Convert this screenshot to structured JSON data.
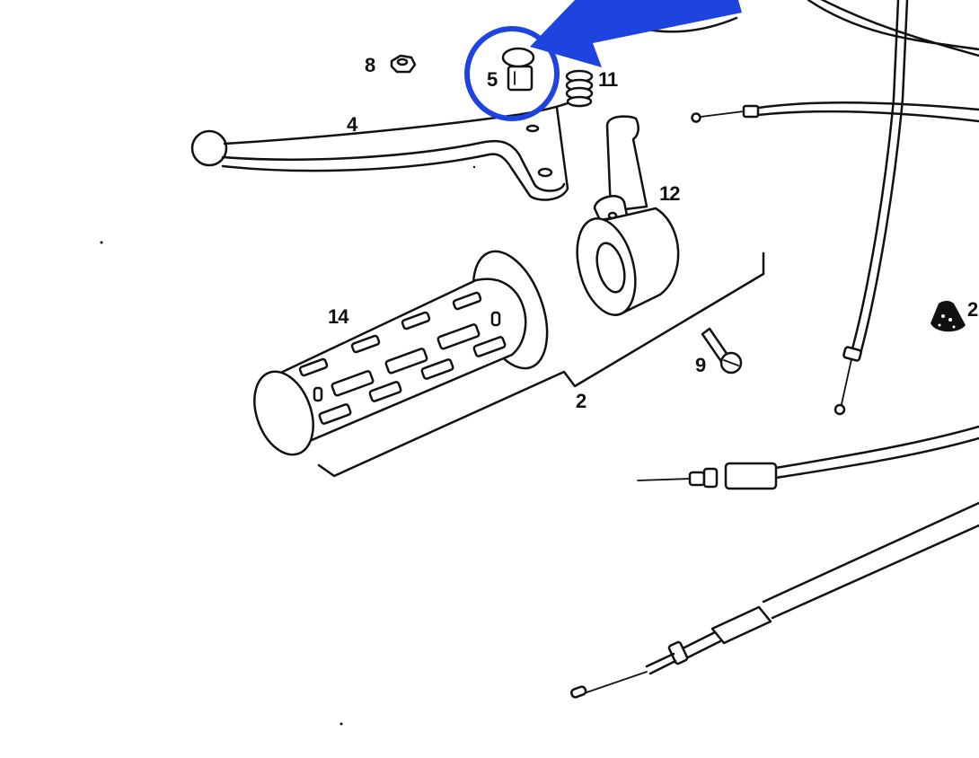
{
  "diagram": {
    "type": "exploded-parts-diagram",
    "subject": "handlebar lever, throttle grip and cables",
    "parts": [
      {
        "id": "2",
        "label": "2",
        "name": "grip assembly (bracket)"
      },
      {
        "id": "2b",
        "label": "2",
        "name": "rubber cap (partially visible)"
      },
      {
        "id": "4",
        "label": "4",
        "name": "lever"
      },
      {
        "id": "5",
        "label": "5",
        "name": "pin / bushing"
      },
      {
        "id": "8",
        "label": "8",
        "name": "hex nut"
      },
      {
        "id": "9",
        "label": "9",
        "name": "screw"
      },
      {
        "id": "11",
        "label": "11",
        "name": "spring"
      },
      {
        "id": "12",
        "label": "12",
        "name": "throttle housing"
      },
      {
        "id": "14",
        "label": "14",
        "name": "handlebar grip"
      }
    ],
    "annotation": {
      "highlighted_part": "5",
      "shape": "circle with arrow",
      "color": "#1e44e0"
    }
  }
}
